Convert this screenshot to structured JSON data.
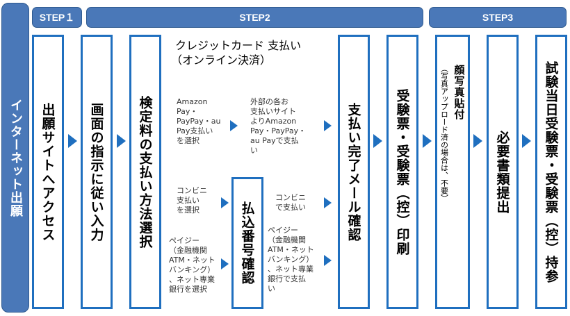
{
  "left_label": "インターネット出願",
  "steps": {
    "step1": "STEP１",
    "step2": "STEP2",
    "step3": "STEP3"
  },
  "boxes": {
    "b1": "出願サイトへアクセス",
    "b2": "画面の指示に従い入力",
    "b3": "検定料の支払い方法選択",
    "b4": "払込番号確認",
    "b5": "支払い完了メール確認",
    "b6": "受験票・受験票（控）印刷",
    "b7_main": "顔写真貼付",
    "b7_note": "（写真アップロード済の場合は、不要）",
    "b8": "必要書類提出",
    "b9": "試験当日受験票・受験票（控）持参"
  },
  "credit": {
    "title_l1": "クレジットカード 支払い",
    "title_l2": "（オンライン決済）"
  },
  "paths": {
    "amazon_select": [
      "Amazon",
      "Pay・",
      "PayPay・au",
      "Pay支払い",
      "を選択"
    ],
    "external_site": [
      "外部の各お",
      "支払いサイト",
      "よりAmazon",
      "Pay・PayPay・",
      "au Payで支払",
      "い"
    ],
    "conveni_select": [
      "コンビニ",
      "支払い",
      "を選択"
    ],
    "conveni_pay": [
      "コンビニ",
      "で支払い"
    ],
    "payeasy_select": [
      "ペイジー",
      "（金融機関",
      "ATM・ネット",
      "バンキング）",
      "、ネット専業",
      "銀行を選択"
    ],
    "payeasy_pay": [
      "ペイジー",
      "（金融機関",
      "ATM・ネット",
      "バンキング）",
      "、ネット専業",
      "銀行で支払",
      "い"
    ]
  },
  "colors": {
    "header_blue": "#4a78b8",
    "border_blue": "#1f6fbf"
  }
}
